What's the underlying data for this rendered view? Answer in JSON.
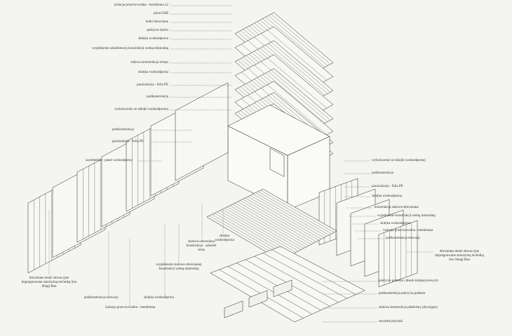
{
  "labels_top_left": [
    "izolacja przeciwwodna - membrana x2",
    "płyta OSB",
    "belki drewniane",
    "pokrycie dachu",
    "sklejka wodoodporna",
    "wypełnienie szkieletowej konstrukcji wełną mineralną",
    "stalowa konstrukcja stropu",
    "sklejka wodoodporna",
    "paroizolacja - folia PE",
    "podkonstrukcja",
    "wykończenie ze sklejki wodoodpornej"
  ],
  "labels_mid_left": [
    "podkonstrukcja",
    "paroizolacja - folia PE",
    "zacerbelnik - panel wodoodporny"
  ],
  "labels_right": [
    "wykończenie ze sklejki wodoodpornej",
    "podkonstrukcja",
    "paroizolacja - folia PE",
    "sklejka wodoodporna",
    "konstrukcja stalowo-drewniana",
    "wypełnienie konstrukcji wełną mineralną",
    "sklejka wodoodporna",
    "izolacja przeciwwodna - membrana",
    "podkonstrukcja elewacji",
    "drewniane deski elewacyjne impregnowane starożytną techniką Sou Shugi Ban"
  ],
  "labels_bottom_right": [
    "pokrycie podesta z desek kompozytowych",
    "podkonstrukcja pokrycia podesta",
    "stalowa konstrukcja platformy pływającej",
    "szczelne pływaki"
  ],
  "labels_bottom_left": {
    "facade_boards": "drewniane deski elewacyjne impregnowane starożytną techniką Sou Shugi Ban",
    "facade_sub": "podkonstrukcja elewacji",
    "membrane": "izolacja przeciwwodna - membrana",
    "plywood": "sklejka wodoodporna",
    "wool": "wypełnienie stalowo-drewnianej konstrukcji wełną mineralną",
    "steel_wood": "stalowo-drewniana konstrukcja - szkielet ścian",
    "plywood2": "sklejka wodoodporna"
  },
  "colors": {
    "background": "#f4f4f2",
    "line": "#222222",
    "leader": "#555555"
  }
}
